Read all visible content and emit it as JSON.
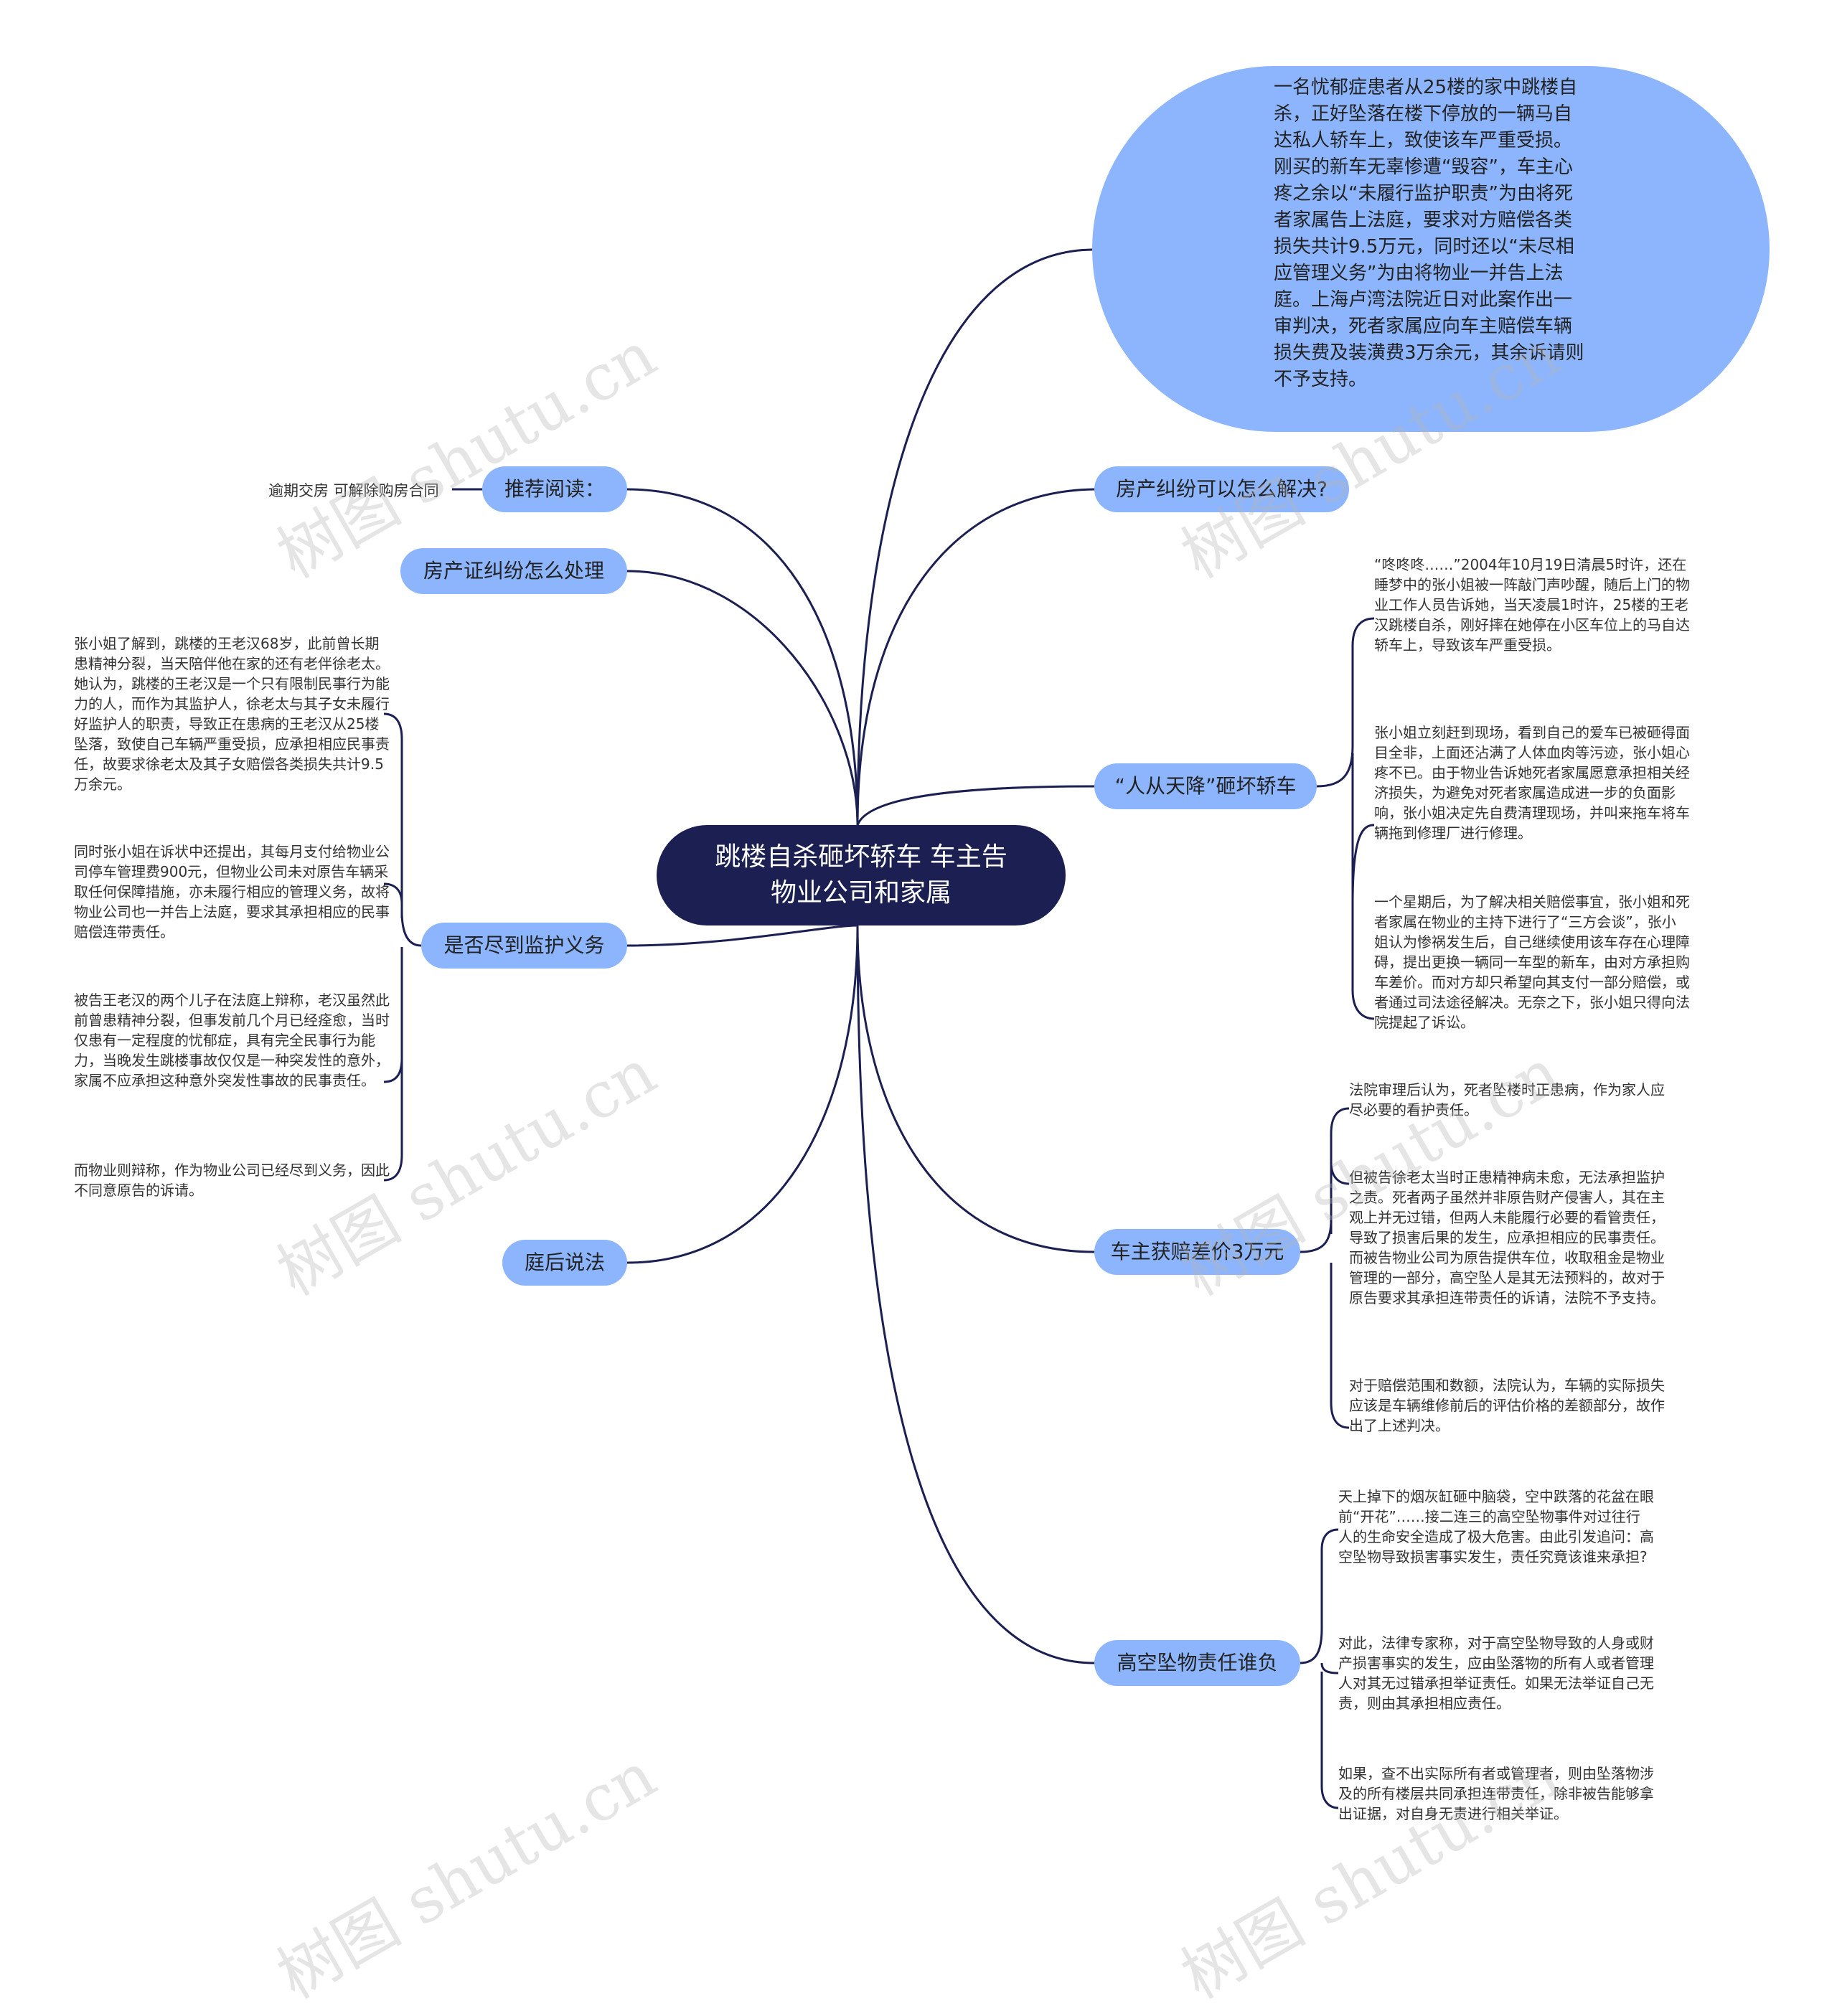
{
  "root": {
    "title": "跳楼自杀砸坏轿车 车主告\n物业公司和家属"
  },
  "right_branches": {
    "summary_text": "一名忧郁症患者从25楼的家中跳楼自杀，正好坠落在楼下停放的一辆马自达私人轿车上，致使该车严重受损。刚买的新车无辜惨遭“毁容”，车主心疼之余以“未履行监护职责”为由将死者家属告上法庭，要求对方赔偿各类损失共计9.5万元，同时还以“未尽相应管理义务”为由将物业一并告上法庭。上海卢湾法院近日对此案作出一审判决，死者家属应向车主赔偿车辆损失费及装潢费3万余元，其余诉请则不予支持。",
    "property_dispute": "房产纠纷可以怎么解决?",
    "falling_person": {
      "label": "“人从天降”砸坏轿车",
      "notes": [
        "“咚咚咚……”2004年10月19日清晨5时许，还在睡梦中的张小姐被一阵敲门声吵醒，随后上门的物业工作人员告诉她，当天凌晨1时许，25楼的王老汉跳楼自杀，刚好摔在她停在小区车位上的马自达轿车上，导致该车严重受损。",
        "张小姐立刻赶到现场，看到自己的爱车已被砸得面目全非，上面还沾满了人体血肉等污迹，张小姐心疼不已。由于物业告诉她死者家属愿意承担相关经济损失，为避免对死者家属造成进一步的负面影响，张小姐决定先自费清理现场，并叫来拖车将车辆拖到修理厂进行修理。",
        "一个星期后，为了解决相关赔偿事宜，张小姐和死者家属在物业的主持下进行了“三方会谈”，张小姐认为惨祸发生后，自己继续使用该车存在心理障碍，提出更换一辆同一车型的新车，由对方承担购车差价。而对方却只希望向其支付一部分赔偿，或者通过司法途径解决。无奈之下，张小姐只得向法院提起了诉讼。"
      ]
    },
    "compensation": {
      "label": "车主获赔差价3万元",
      "notes": [
        "法院审理后认为，死者坠楼时正患病，作为家人应尽必要的看护责任。",
        "但被告徐老太当时正患精神病未愈，无法承担监护之责。死者两子虽然并非原告财产侵害人，其在主观上并无过错，但两人未能履行必要的看管责任，导致了损害后果的发生，应承担相应的民事责任。而被告物业公司为原告提供车位，收取租金是物业管理的一部分，高空坠人是其无法预料的，故对于原告要求其承担连带责任的诉请，法院不予支持。",
        "对于赔偿范围和数额，法院认为，车辆的实际损失应该是车辆维修前后的评估价格的差额部分，故作出了上述判决。"
      ]
    },
    "falling_objects": {
      "label": "高空坠物责任谁负",
      "notes": [
        "天上掉下的烟灰缸砸中脑袋，空中跌落的花盆在眼前“开花”……接二连三的高空坠物事件对过往行人的生命安全造成了极大危害。由此引发追问：高空坠物导致损害事实发生，责任究竟该谁来承担?",
        "对此，法律专家称，对于高空坠物导致的人身或财产损害事实的发生，应由坠落物的所有人或者管理人对其无过错承担举证责任。如果无法举证自己无责，则由其承担相应责任。",
        "如果，查不出实际所有者或管理者，则由坠落物涉及的所有楼层共同承担连带责任，除非被告能够拿出证据，对自身无责进行相关举证。"
      ]
    }
  },
  "left_branches": {
    "recommended": {
      "label": "推荐阅读：",
      "leaf": "逾期交房 可解除购房合同"
    },
    "certificate_dispute": "房产证纠纷怎么处理",
    "guardian_duty": {
      "label": "是否尽到监护义务",
      "notes": [
        "张小姐了解到，跳楼的王老汉68岁，此前曾长期患精神分裂，当天陪伴他在家的还有老伴徐老太。她认为，跳楼的王老汉是一个只有限制民事行为能力的人，而作为其监护人，徐老太与其子女未履行好监护人的职责，导致正在患病的王老汉从25楼坠落，致使自己车辆严重受损，应承担相应民事责任，故要求徐老太及其子女赔偿各类损失共计9.5万余元。",
        "同时张小姐在诉状中还提出，其每月支付给物业公司停车管理费900元，但物业公司未对原告车辆采取任何保障措施，亦未履行相应的管理义务，故将物业公司也一并告上法庭，要求其承担相应的民事赔偿连带责任。",
        "被告王老汉的两个儿子在法庭上辩称，老汉虽然此前曾患精神分裂，但事发前几个月已经痊愈，当时仅患有一定程度的忧郁症，具有完全民事行为能力，当晚发生跳楼事故仅仅是一种突发性的意外，家属不应承担这种意外突发性事故的民事责任。",
        "而物业则辩称，作为物业公司已经尽到义务，因此不同意原告的诉请。"
      ]
    },
    "post_trial": "庭后说法"
  },
  "watermark": "树图 shutu.cn",
  "colors": {
    "root_bg": "#1b1f52",
    "node_bg": "#8cb5fd",
    "edge": "#1b1f52"
  }
}
